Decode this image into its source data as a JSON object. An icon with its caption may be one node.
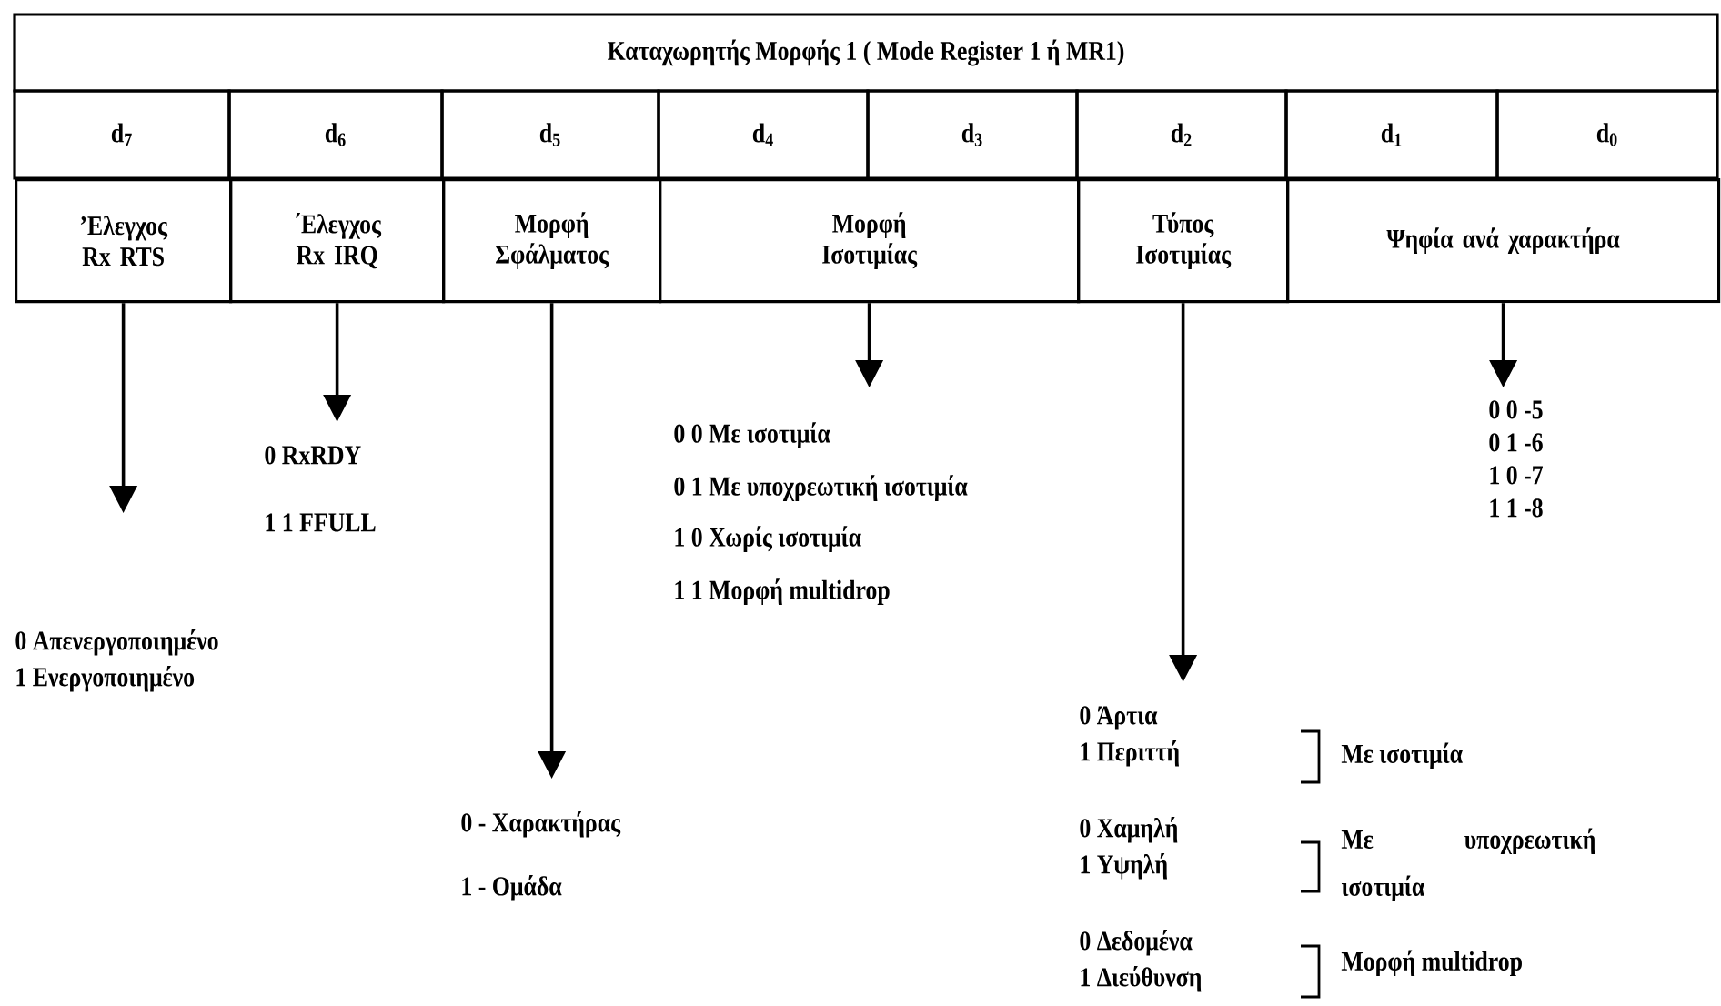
{
  "diagram": {
    "title": "Καταχωρητής Μορφής 1 ( Mode Register 1 ή MR1)",
    "nodes": [
      {
        "text": [
          "’Ελεγχος Rx RTS"
        ]
      },
      {
        "text": [
          "΄Ελεγχος Rx IRQ"
        ]
      },
      {
        "text": [
          "Μορφή Σφάλματος"
        ]
      },
      {
        "text": [
          "Μορφή Ισοτιμίας"
        ]
      },
      {
        "text": [
          "Τύπος Ισοτιμίας"
        ]
      },
      {
        "text": [
          "Ψηφία ανά χαρακτήρα"
        ]
      },
      {
        "text": [
          "0 Απενεργοποιημένο",
          "1 Ενεργοποιημένο"
        ]
      },
      {
        "text": [
          "0 RxRDY",
          "1 1 FFULL"
        ]
      },
      {
        "text": [
          "0 - Χαρακτήρας",
          "1 - Ομάδα"
        ]
      },
      {
        "text": [
          "0 0 Με ισοτιμία",
          "0 1 Με υποχρεωτική ισοτιμία",
          "1 0 Χωρίς ισοτιμία",
          "1 1 Μορφή multidrop"
        ]
      },
      {
        "text": [
          "0 Άρτια",
          "1 Περιττή",
          "0 Χαμηλή",
          "1 Υψηλή",
          "0 Δεδομένα",
          "1 Διεύθυνση"
        ],
        "beside": [
          "Με ισοτιμία",
          "Με υποχρεωτική ισοτιμία",
          "Μορφή multidrop"
        ]
      },
      {
        "text": [
          "0 0 -5",
          "0 1 -6",
          "1 0 -7",
          "1 1 -8"
        ]
      }
    ],
    "edges": [
      {
        "from": 0,
        "to": 6,
        "arrow": "to"
      },
      {
        "from": 1,
        "to": 7,
        "arrow": "to"
      },
      {
        "from": 2,
        "to": 8,
        "arrow": "to"
      },
      {
        "from": 3,
        "to": 9,
        "arrow": "to"
      },
      {
        "from": 4,
        "to": 10,
        "arrow": "to"
      },
      {
        "from": 5,
        "to": 11,
        "arrow": "to"
      }
    ],
    "labels": [
      "d$_{7}$",
      "d$_{6}$",
      "d$_{5}$",
      "d$_{4}$",
      "d$_{3}$",
      "d$_{2}$",
      "d$_{1}$",
      "d$_{0}$"
    ]
  }
}
